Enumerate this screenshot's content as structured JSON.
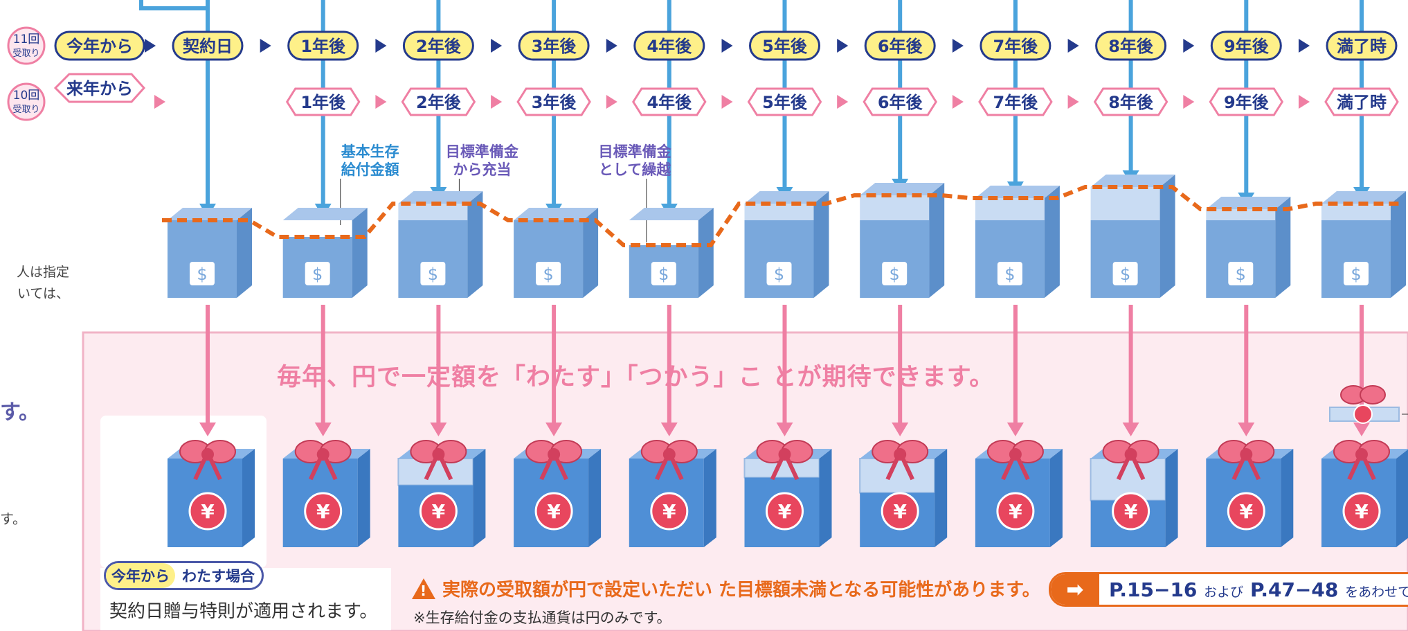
{
  "rows": {
    "row11": {
      "badge_top": "11回",
      "badge_bottom": "受取り",
      "start_label": "今年から"
    },
    "row10": {
      "badge_top": "10回",
      "badge_bottom": "受取り",
      "start_label": "来年から"
    }
  },
  "timeline_row1": [
    "契約日",
    "1年後",
    "2年後",
    "3年後",
    "4年後",
    "5年後",
    "6年後",
    "7年後",
    "8年後",
    "9年後",
    "満了時"
  ],
  "timeline_row2": [
    "1年後",
    "2年後",
    "3年後",
    "4年後",
    "5年後",
    "6年後",
    "7年後",
    "8年後",
    "9年後",
    "満了時"
  ],
  "box_levels": [
    0,
    -0.3,
    0.3,
    0,
    -0.45,
    0.3,
    0.45,
    0.4,
    0.6,
    0.2,
    0.3
  ],
  "callouts": {
    "basic": [
      "基本生存",
      "給付金額"
    ],
    "allocate": [
      "目標準備金",
      "から充当"
    ],
    "carry": [
      "目標準備金",
      "として繰越"
    ]
  },
  "side_text": {
    "line1": "人は指定",
    "line2": "いては、",
    "emphasis": "す。",
    "small": "す。"
  },
  "headline": "毎年、円で一定額を「わたす」「つかう」こ とが期待できます。",
  "box_symbol": "$",
  "gift_symbol": "¥",
  "bottom": {
    "chip_left": "今年から",
    "chip_right": "わたす場合",
    "caption": "契約日贈与特則が適用されます。"
  },
  "warning": "実際の受取額が円で設定いただい た目標額未満となる可能性があります。",
  "note": "※生存給付金の支払通貨は円のみです。",
  "reference": {
    "pages1": "P.15−16",
    "and": "および",
    "pages2": "P.47−48",
    "suffix": "をあわせてご"
  },
  "colors": {
    "navy": "#243a8c",
    "yellow": "#fef089",
    "pink": "#ef7fa3",
    "pink_bg": "#fdebf0",
    "arrow_blue": "#4aa3dc",
    "box_blue": "#7aa8dc",
    "box_light": "#c9dcf3",
    "orange": "#e8691b",
    "purple": "#6a5ab8"
  },
  "icons": [
    "triangle-arrow-icon",
    "dollar-icon",
    "yen-icon",
    "ribbon-bow-icon",
    "warning-icon",
    "arrow-right-icon"
  ]
}
